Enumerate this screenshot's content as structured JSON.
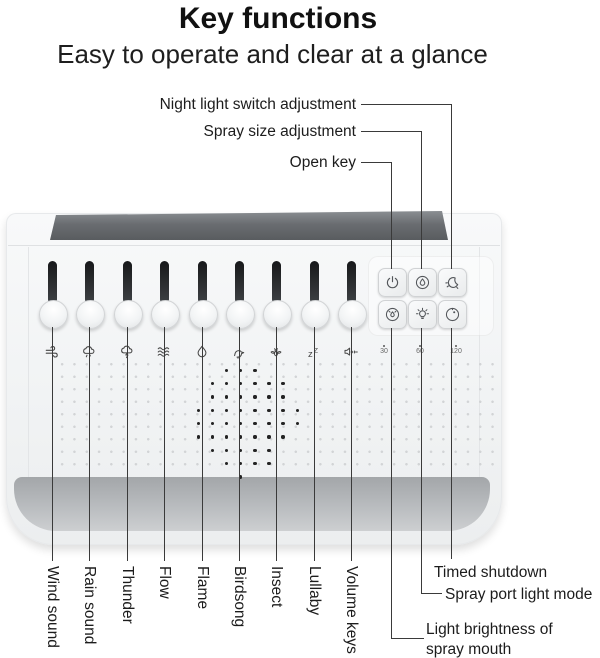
{
  "header": {
    "title": "Key functions",
    "subtitle": "Easy to operate and clear at a glance"
  },
  "top_callouts": [
    {
      "label": "Night light switch adjustment",
      "target_icon": "night-light-icon"
    },
    {
      "label": "Spray size adjustment",
      "target_icon": "spray-size-icon"
    },
    {
      "label": "Open key",
      "target_icon": "power-icon"
    }
  ],
  "bottom_callouts": [
    {
      "label": "Timed shutdown",
      "target_icon": "timer-icon"
    },
    {
      "label": "Spray port light mode",
      "target_icon": "spray-port-light-icon"
    },
    {
      "label": "Light brightness of spray mouth",
      "target_icon": "brightness-icon"
    }
  ],
  "device": {
    "sliders": [
      {
        "label": "Wind sound",
        "icon": "wind-icon"
      },
      {
        "label": "Rain sound",
        "icon": "rain-icon"
      },
      {
        "label": "Thunder",
        "icon": "thunder-icon"
      },
      {
        "label": "Flow",
        "icon": "flow-icon"
      },
      {
        "label": "Flame",
        "icon": "flame-icon"
      },
      {
        "label": "Birdsong",
        "icon": "bird-icon"
      },
      {
        "label": "Insect",
        "icon": "insect-icon"
      },
      {
        "label": "Lullaby",
        "icon": "lullaby-icon"
      },
      {
        "label": "Volume keys",
        "icon": "volume-icon"
      }
    ],
    "buttons": [
      {
        "icon": "power-icon"
      },
      {
        "icon": "spray-size-icon"
      },
      {
        "icon": "night-light-icon"
      },
      {
        "icon": "spray-port-light-icon"
      },
      {
        "icon": "brightness-icon"
      },
      {
        "icon": "timer-icon"
      }
    ],
    "timer_marks": [
      "30",
      "60",
      "120"
    ],
    "speaker": {
      "dark_dot_pattern": [
        "..XXX...",
        ".XXXXXX.",
        ".XXXXXX.",
        "XXXXXXXX",
        "XXXXXXXX",
        "XXXXXXX.",
        ".XXXXX..",
        "..XXXX..",
        "...X...."
      ]
    }
  },
  "colors": {
    "background": "#ffffff",
    "text": "#1c1c1c",
    "callout_line": "#3a3a3a",
    "device_body": "#f1f3f4",
    "top_opening": "#6a6d71",
    "slider_slot": "#232527",
    "speaker_dot_light": "#d2d4d6",
    "speaker_dot_dark": "#232323",
    "bottom_recess": "#b9bcbf"
  }
}
